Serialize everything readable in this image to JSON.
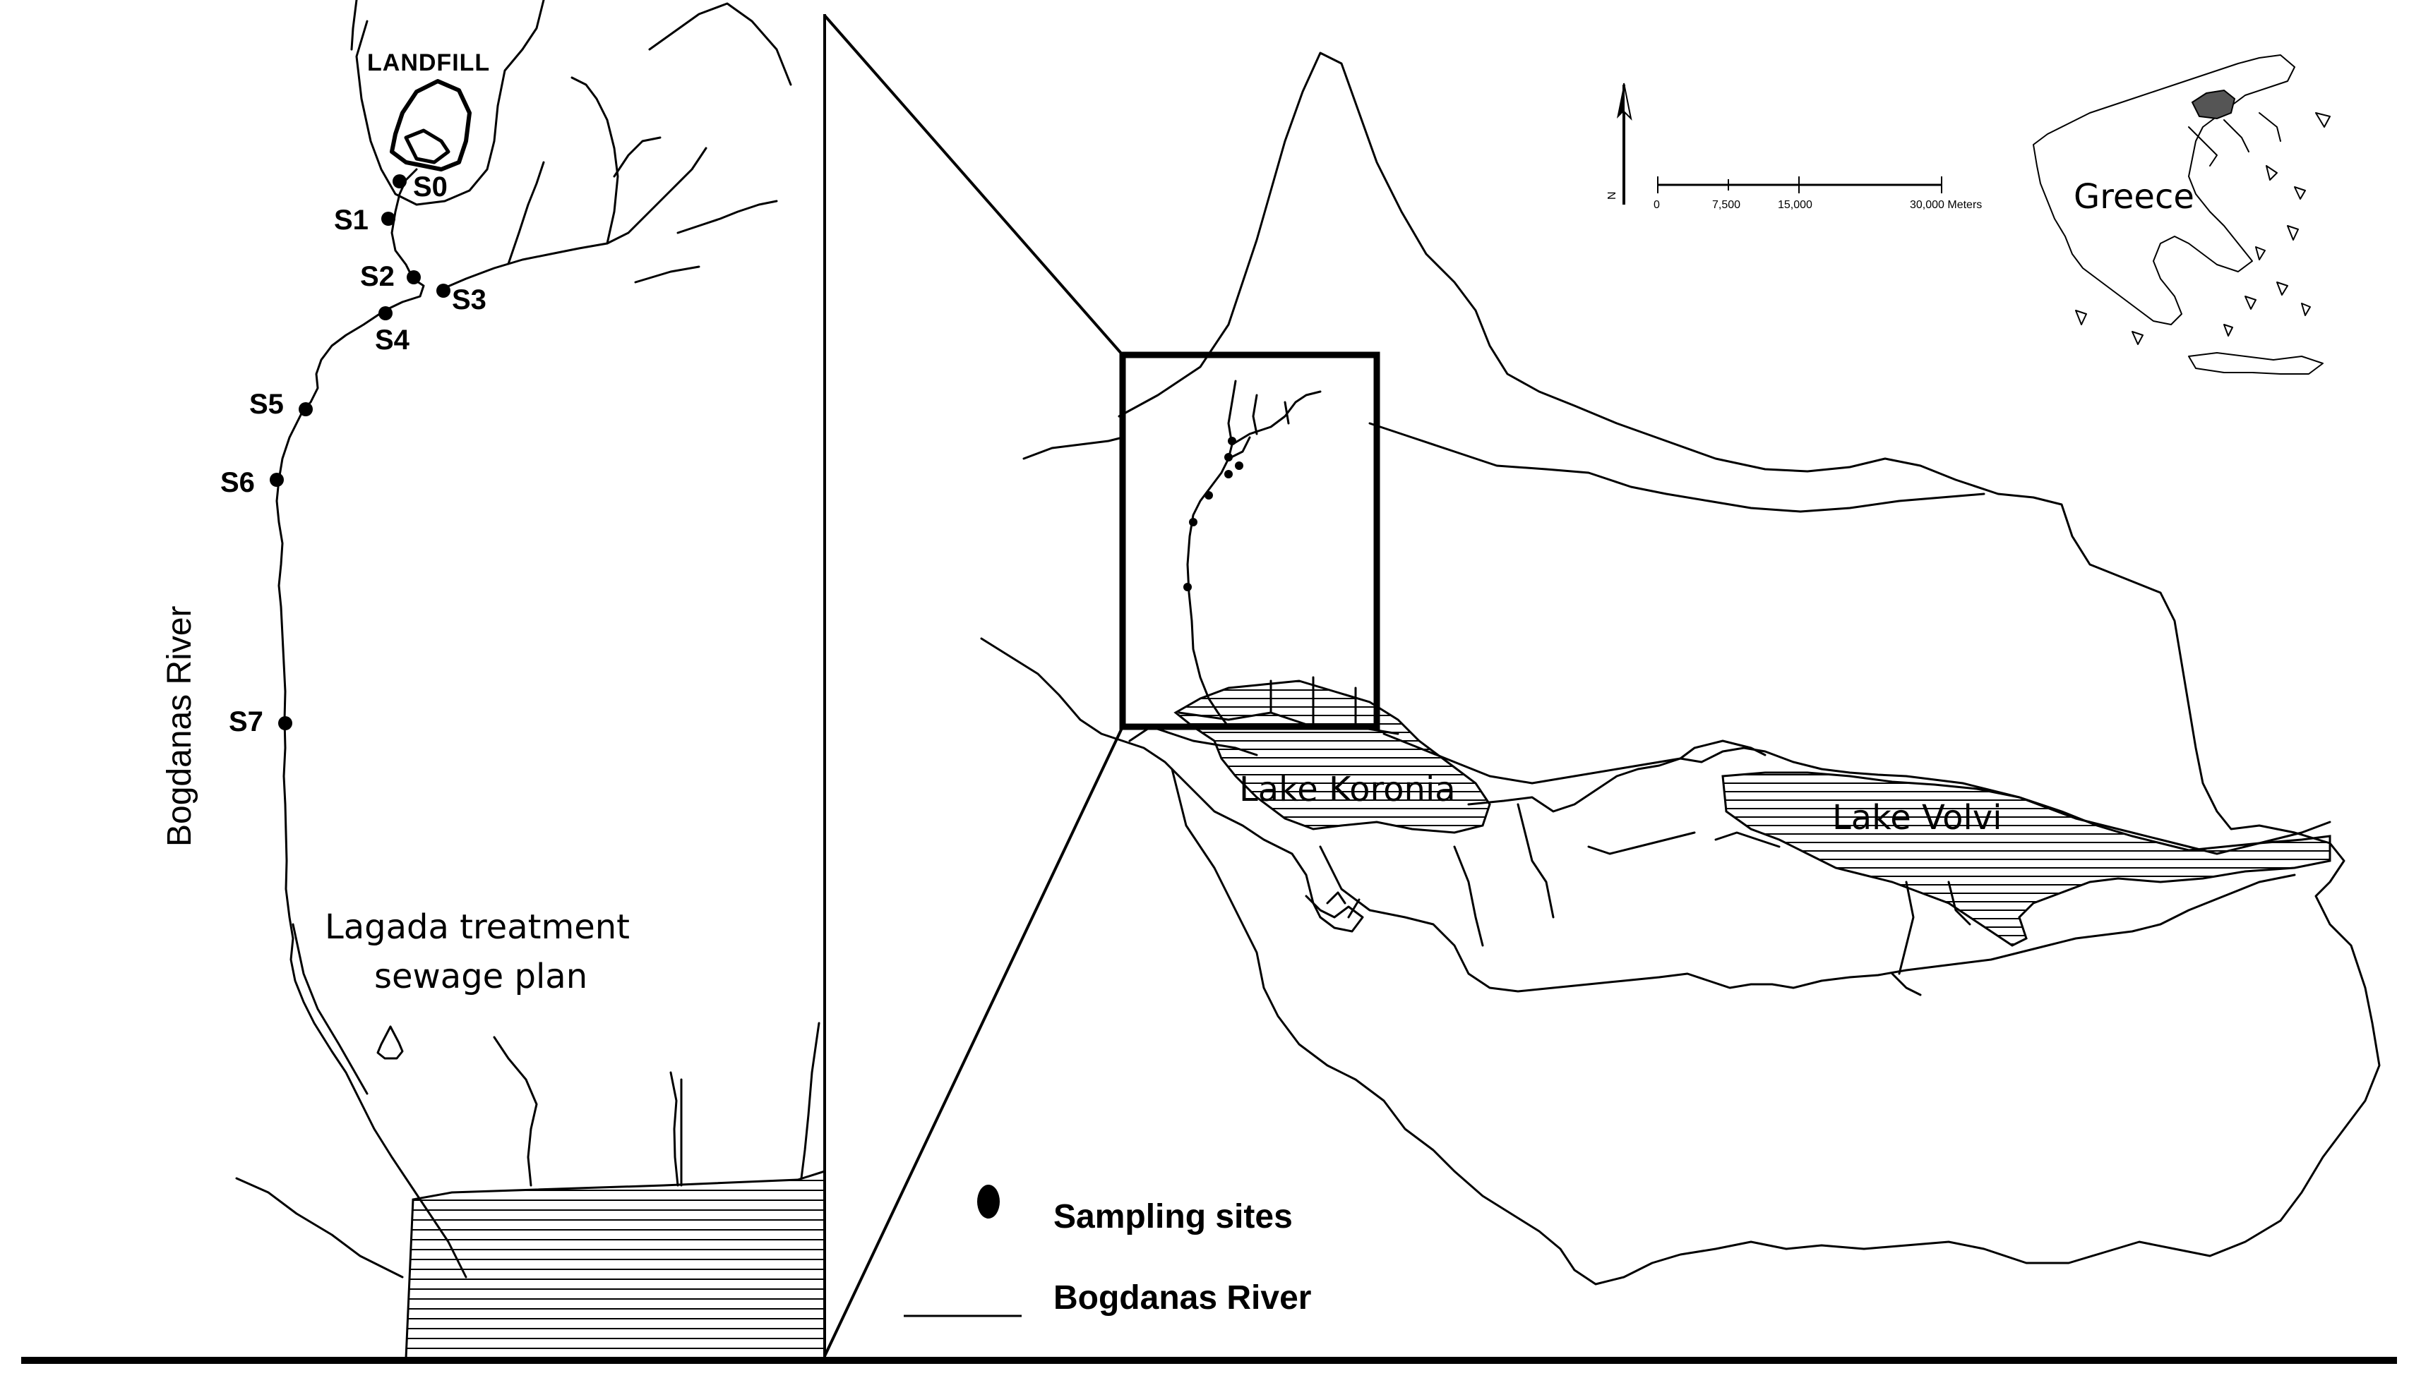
{
  "inset_map": {
    "landfill_label": "LANDFILL",
    "river_label": "Bogdanas River",
    "plant_label_line1": "Lagada treatment",
    "plant_label_line2": "sewage plan",
    "sites": [
      {
        "label": "S0"
      },
      {
        "label": "S1"
      },
      {
        "label": "S2"
      },
      {
        "label": "S3"
      },
      {
        "label": "S4"
      },
      {
        "label": "S5"
      },
      {
        "label": "S6"
      },
      {
        "label": "S7"
      }
    ]
  },
  "main_map": {
    "lake_koronia_label": "Lake Koronia",
    "lake_volvi_label": "Lake Volvi",
    "locator_label": "Greece",
    "north_label": "N",
    "scale_ticks": [
      "0",
      "7,500",
      "15,000",
      "30,000 Meters"
    ]
  },
  "legend": {
    "sampling_sites_label": "Sampling sites",
    "river_label": "Bogdanas River"
  },
  "colors": {
    "ink": "#000000",
    "paper": "#ffffff",
    "greece_highlight": "#555555"
  }
}
